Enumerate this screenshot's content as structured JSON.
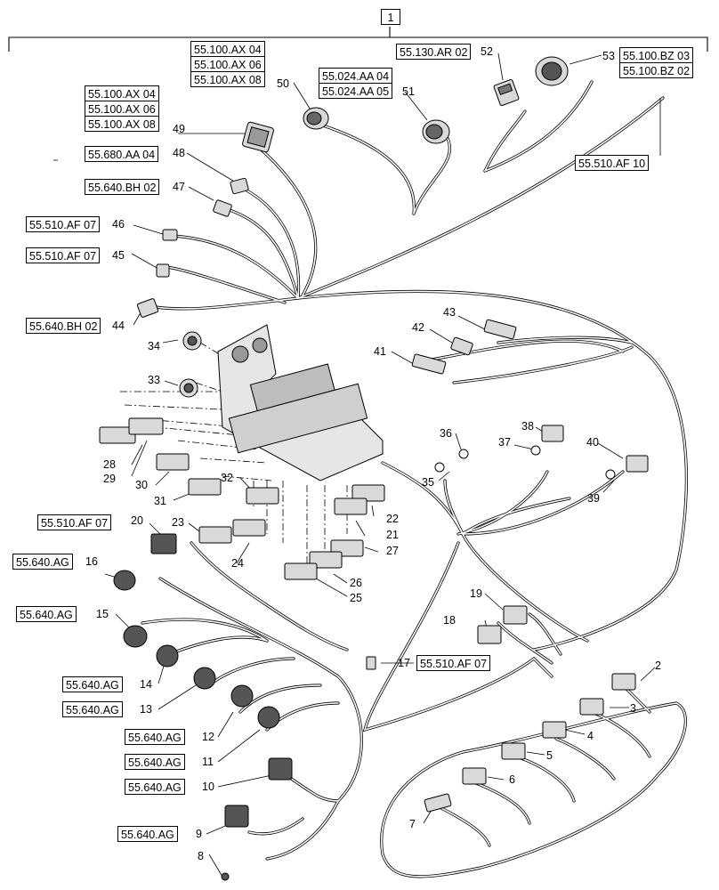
{
  "assembly_number": "1",
  "references": {
    "r1": [
      "55.100.AX 04",
      "55.100.AX 06",
      "55.100.AX 08"
    ],
    "r2": [
      "55.100.AX 04",
      "55.100.AX 06",
      "55.100.AX 08"
    ],
    "r3": [
      "55.024.AA 04",
      "55.024.AA 05"
    ],
    "r4": [
      "55.130.AR 02"
    ],
    "r5": [
      "55.100.BZ 03",
      "55.100.BZ 02"
    ],
    "r6": [
      "55.510.AF 10"
    ],
    "r7": [
      "55.680.AA 04"
    ],
    "r8": [
      "55.640.BH 02"
    ],
    "r9": [
      "55.510.AF 07"
    ],
    "r10": [
      "55.510.AF 07"
    ],
    "r11": [
      "55.640.BH 02"
    ],
    "r12": [
      "55.510.AF 07"
    ],
    "r13": [
      "55.640.AG"
    ],
    "r14": [
      "55.640.AG"
    ],
    "r15": [
      "55.510.AF 07"
    ],
    "r16": [
      "55.640.AG"
    ],
    "r17": [
      "55.640.AG"
    ],
    "r18": [
      "55.640.AG"
    ],
    "r19": [
      "55.640.AG"
    ],
    "r20": [
      "55.640.AG"
    ],
    "r21": [
      "55.640.AG"
    ]
  },
  "callouts": {
    "c2": "2",
    "c3": "3",
    "c4": "4",
    "c5": "5",
    "c6": "6",
    "c7": "7",
    "c8": "8",
    "c9": "9",
    "c10": "10",
    "c11": "11",
    "c12": "12",
    "c13": "13",
    "c14": "14",
    "c15": "15",
    "c16": "16",
    "c17": "17",
    "c18": "18",
    "c19": "19",
    "c20": "20",
    "c21": "21",
    "c22": "22",
    "c23": "23",
    "c24": "24",
    "c25": "25",
    "c26": "26",
    "c27": "27",
    "c28": "28",
    "c29": "29",
    "c30": "30",
    "c31": "31",
    "c32": "32",
    "c33": "33",
    "c34": "34",
    "c35": "35",
    "c36": "36",
    "c37": "37",
    "c38": "38",
    "c39": "39",
    "c40": "40",
    "c41": "41",
    "c42": "42",
    "c43": "43",
    "c44": "44",
    "c45": "45",
    "c46": "46",
    "c47": "47",
    "c48": "48",
    "c49": "49",
    "c50": "50",
    "c51": "51",
    "c52": "52",
    "c53": "53"
  }
}
